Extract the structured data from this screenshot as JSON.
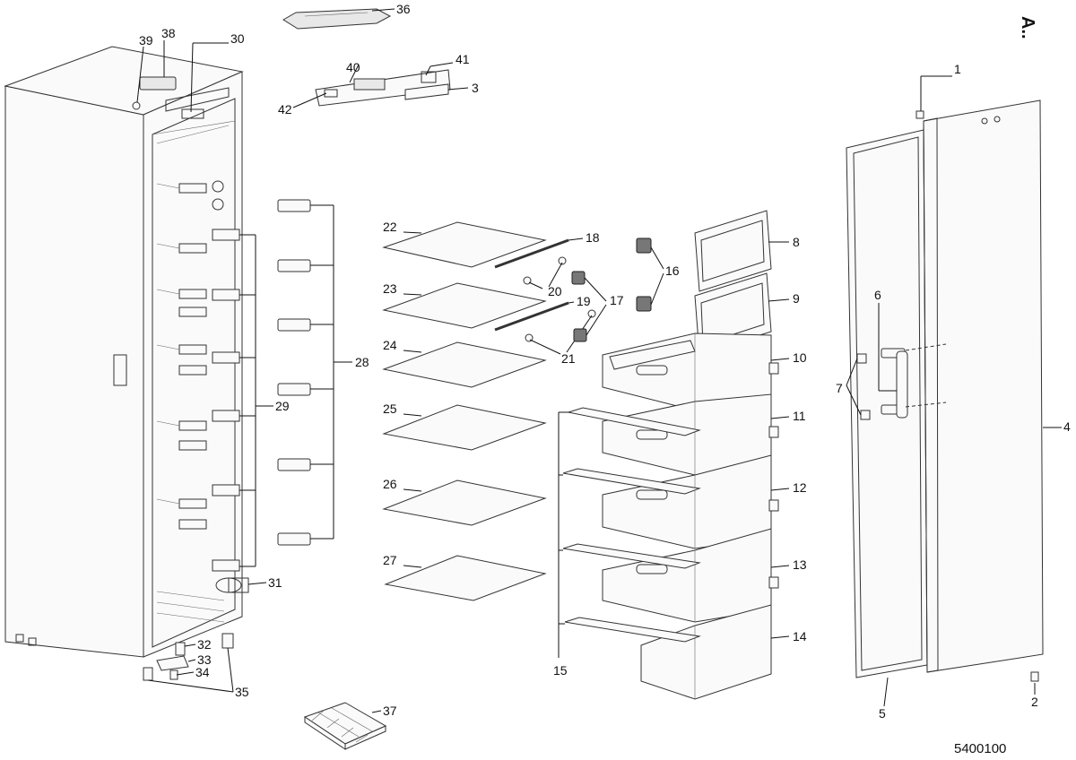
{
  "diagram": {
    "view_label": "A..",
    "drawing_number": "5400100",
    "callouts": [
      "1",
      "2",
      "3",
      "4",
      "5",
      "6",
      "7",
      "8",
      "9",
      "10",
      "11",
      "12",
      "13",
      "14",
      "15",
      "16",
      "17",
      "18",
      "19",
      "20",
      "21",
      "22",
      "23",
      "24",
      "25",
      "26",
      "27",
      "28",
      "29",
      "30",
      "31",
      "32",
      "33",
      "34",
      "35",
      "36",
      "37",
      "38",
      "39",
      "40",
      "41",
      "42"
    ]
  }
}
